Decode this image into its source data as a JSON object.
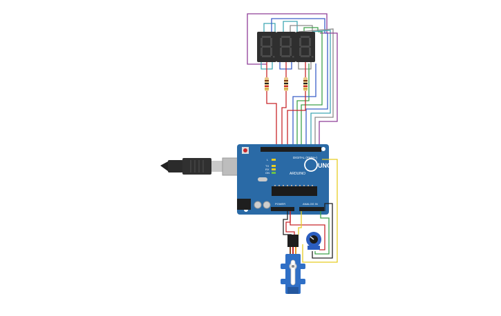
{
  "board": {
    "brand": "UNO",
    "maker": "ARDUINO",
    "header_label": "DIGITAL (PWM~)",
    "power_label": "POWER",
    "analog_label": "ANALOG IN",
    "led_labels": [
      "L",
      "TX",
      "RX",
      "ON"
    ],
    "body_color": "#2a6aa6",
    "brand_circle_color": "#ffffff"
  },
  "components": {
    "displays": [
      "seven-segment-display",
      "seven-segment-display",
      "seven-segment-display"
    ],
    "resistors": [
      "resistor",
      "resistor",
      "resistor"
    ],
    "potentiometer": "potentiometer",
    "servo": "servo-motor",
    "usb_cable": "usb-cable"
  },
  "wire_colors": {
    "purple": "#8e3d98",
    "teal": "#3fa7b4",
    "blue": "#3a5fc8",
    "green": "#3da04a",
    "red": "#c8262a",
    "yellow": "#e6cc22",
    "black": "#222222",
    "gray": "#8a8a8a"
  }
}
